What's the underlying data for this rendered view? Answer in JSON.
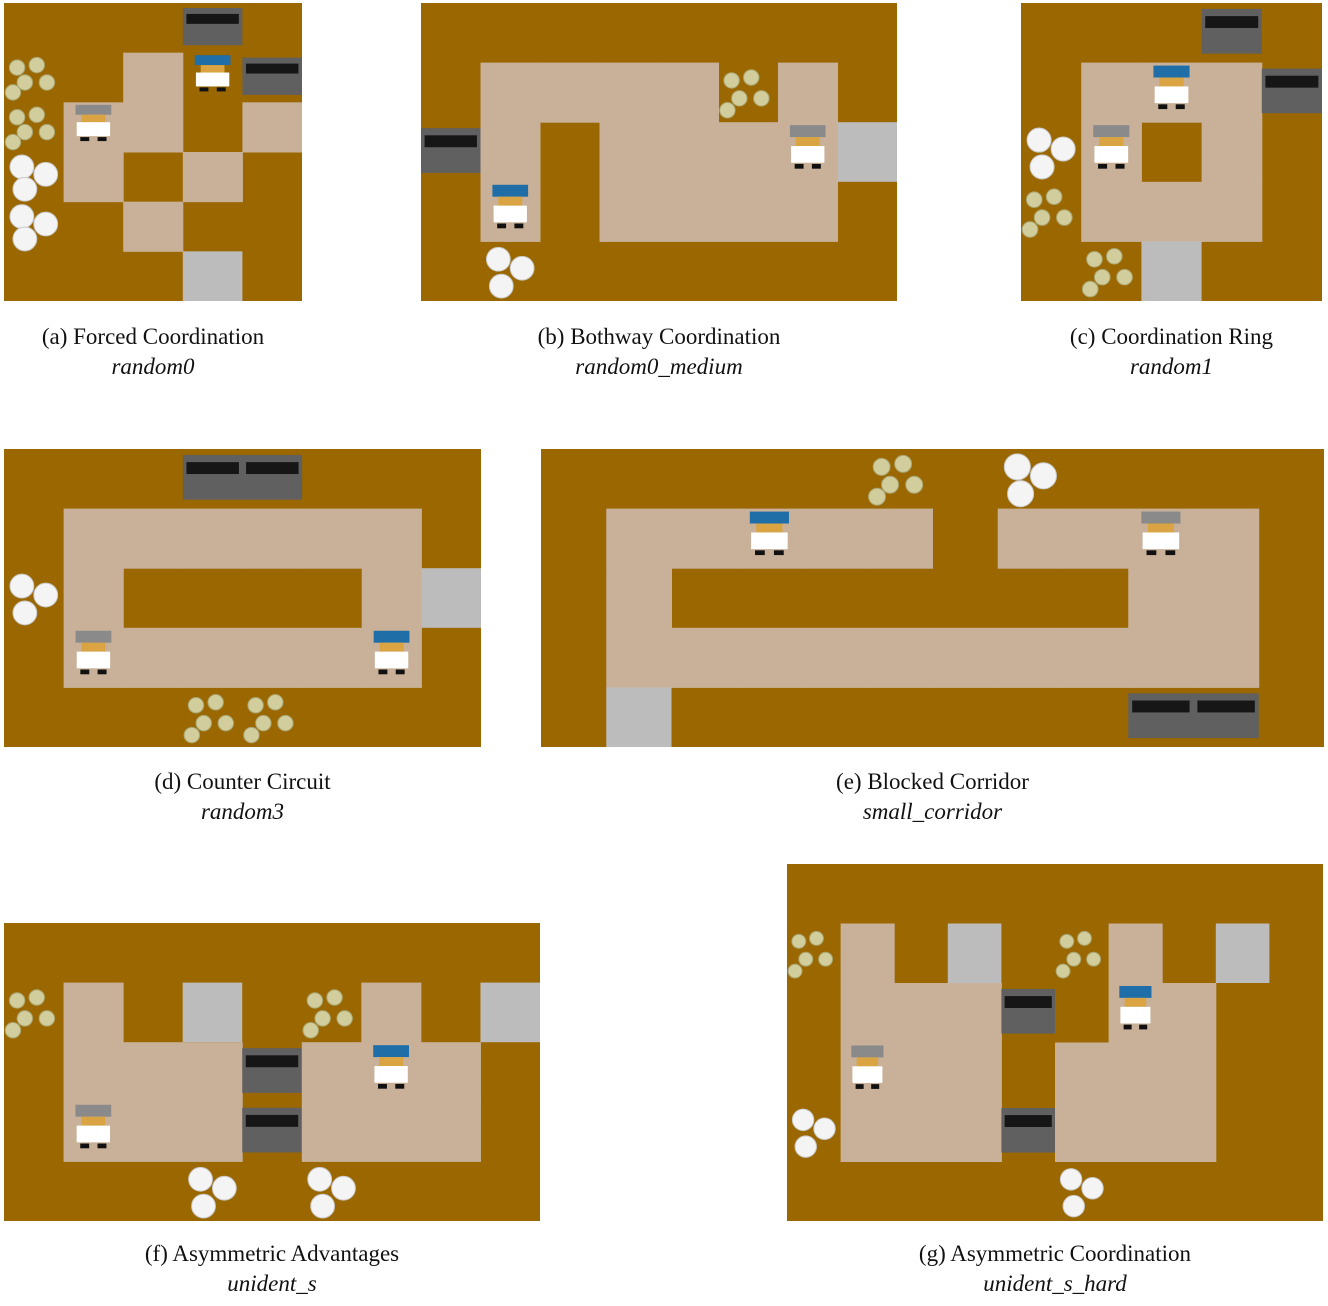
{
  "colors": {
    "wall": "#9a6700",
    "floor": "#c8b198",
    "pot": "#606060",
    "pot_slot": "#161616",
    "serve": "#bcbcbc",
    "onion": "#d2cd9c",
    "onion_dark": "#a9a46e",
    "dish": "#f4f4f4",
    "dish_edge": "#c9c9c9",
    "chef_blue": "#1f6ea8",
    "chef_gray": "#8a8a8a",
    "chef_skin": "#d9a441",
    "chef_apron": "#ffffff",
    "chef_shoe": "#111111"
  },
  "layouts": [
    {
      "id": "a",
      "label": "(a) Forced Coordination",
      "code": "random0",
      "grid": [
        "XXXPX",
        "OX XP",
        "O1 X ",
        "D X ",
        "DX X",
        "XXXSX"
      ],
      "chefs": [
        {
          "row": 1,
          "col": 3,
          "color": "blue"
        },
        {
          "row": 2,
          "col": 1,
          "color": "gray"
        }
      ]
    },
    {
      "id": "b",
      "label": "(b) Bothway Coordination",
      "code": "random0_medium",
      "grid": [
        "XXXXXXXX",
        "X    O X",
        "P X    S",
        "X X    X",
        "XDXXXXXX"
      ],
      "chefs": [
        {
          "row": 3,
          "col": 1,
          "color": "blue"
        },
        {
          "row": 2,
          "col": 6,
          "color": "gray"
        }
      ]
    },
    {
      "id": "c",
      "label": "(c) Coordination Ring",
      "code": "random1",
      "grid": [
        "XXXPX",
        "X   P",
        "D X X",
        "O   X",
        "XOSXX"
      ],
      "chefs": [
        {
          "row": 1,
          "col": 2,
          "color": "blue"
        },
        {
          "row": 2,
          "col": 1,
          "color": "gray"
        }
      ]
    },
    {
      "id": "d",
      "label": "(d) Counter Circuit",
      "code": "random3",
      "grid": [
        "XXXPPXXX",
        "X      X",
        "D XXXX S",
        "X      X",
        "XXXOOXXX"
      ],
      "chefs": [
        {
          "row": 3,
          "col": 1,
          "color": "gray"
        },
        {
          "row": 3,
          "col": 6,
          "color": "blue"
        }
      ]
    },
    {
      "id": "e",
      "label": "(e) Blocked Corridor",
      "code": "small_corridor",
      "grid": [
        "XXXXXOXDXXXX",
        "X     X    X",
        "X XXXXXXX  X",
        "X          X",
        "XSXXXXXXXPPX"
      ],
      "chefs": [
        {
          "row": 1,
          "col": 3,
          "color": "blue"
        },
        {
          "row": 1,
          "col": 9,
          "color": "gray"
        }
      ]
    },
    {
      "id": "f",
      "label": "(f) Asymmetric Advantages",
      "code": "unident_s",
      "grid": [
        "XXXXXXXXX",
        "O XSXO XS",
        "X   P   X",
        "X   P   X",
        "XXXDXDXXX"
      ],
      "chefs": [
        {
          "row": 2,
          "col": 6,
          "color": "blue"
        },
        {
          "row": 3,
          "col": 1,
          "color": "gray"
        }
      ]
    },
    {
      "id": "g",
      "label": "(g) Asymmetric Coordination",
      "code": "unident_s_hard",
      "grid": [
        "XXXXXXXXXX",
        "O XSXO XS",
        "X   PX  X",
        "X   X   X",
        "D   P   X",
        "XXXXXDXXXX"
      ],
      "chefs": [
        {
          "row": 2,
          "col": 6,
          "color": "blue"
        },
        {
          "row": 3,
          "col": 1,
          "color": "gray"
        }
      ]
    }
  ]
}
